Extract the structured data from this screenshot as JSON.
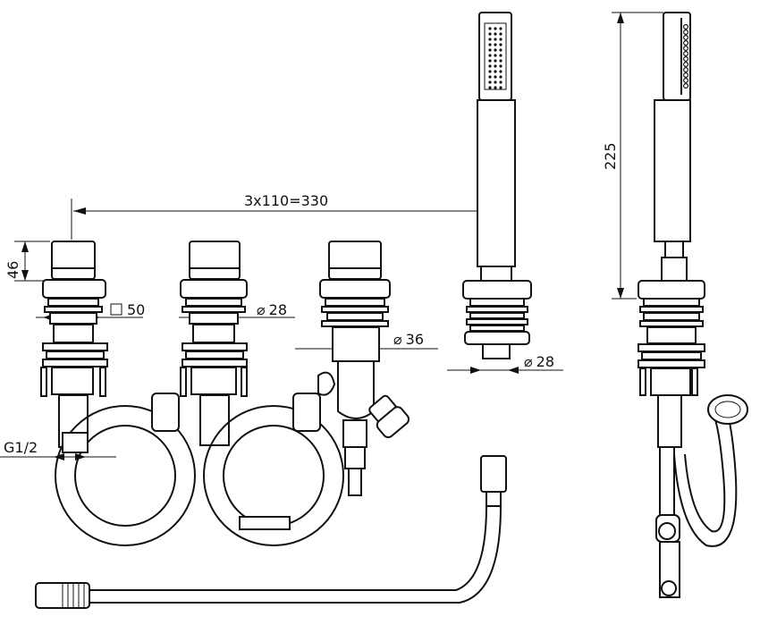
{
  "dimensions": {
    "spacing": "3x110=330",
    "height_46": "46",
    "square_50": "50",
    "diameter_28_a": "28",
    "diameter_36": "36",
    "diameter_28_b": "28",
    "thread": "G1/2",
    "height_225": "225"
  },
  "symbols": {
    "diameter": "⌀",
    "square": "□"
  }
}
